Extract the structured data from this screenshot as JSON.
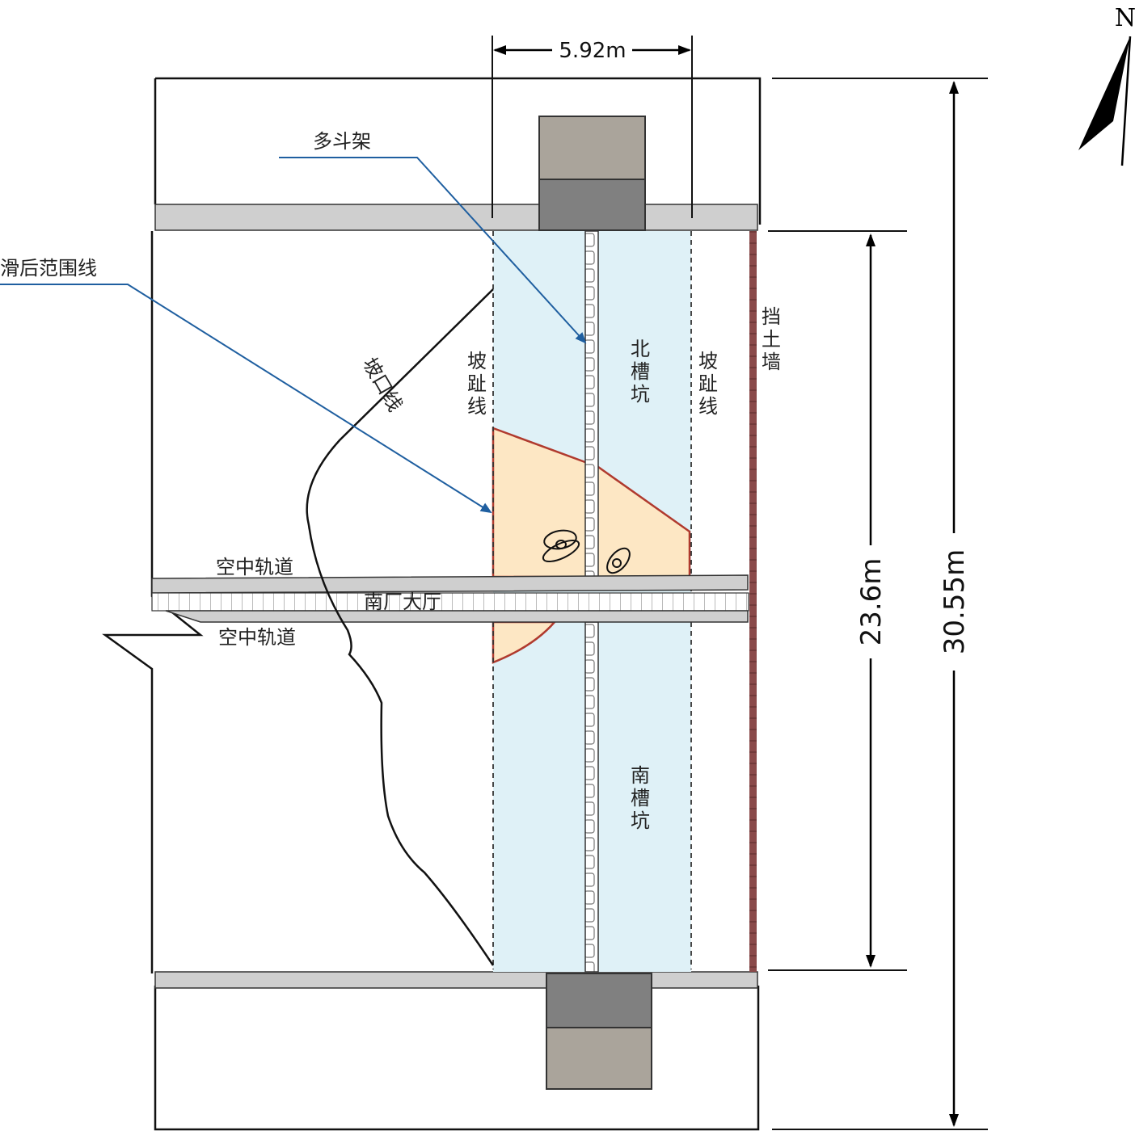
{
  "labels": {
    "duodoujia": "多斗架",
    "huahou": "滑后范围线",
    "pokou": "坡口线",
    "pozhi_left": "坡趾线",
    "pozhi_right": "坡趾线",
    "north_pit": "北槽坑",
    "south_pit": "南槽坑",
    "retaining_wall": "挡土墙",
    "sky_rail_top": "空中轨道",
    "sky_rail_bottom": "空中轨道",
    "hall": "南厂大厅"
  },
  "dimensions": {
    "width": "5.92m",
    "inner_length": "23.6m",
    "total_length": "30.55m"
  },
  "compass": {
    "letter": "N",
    "icon": "north-arrow-icon"
  },
  "colors": {
    "pit_fill": "#dff1f7",
    "slide_fill": "#fde7c4",
    "slide_outline": "#b03a2e",
    "beam_gray": "#cfcfcf",
    "block_dark": "#808080",
    "block_light": "#aaa49b",
    "wall_brick": "#7a3b3b",
    "leader_blue": "#1f5fa0"
  }
}
